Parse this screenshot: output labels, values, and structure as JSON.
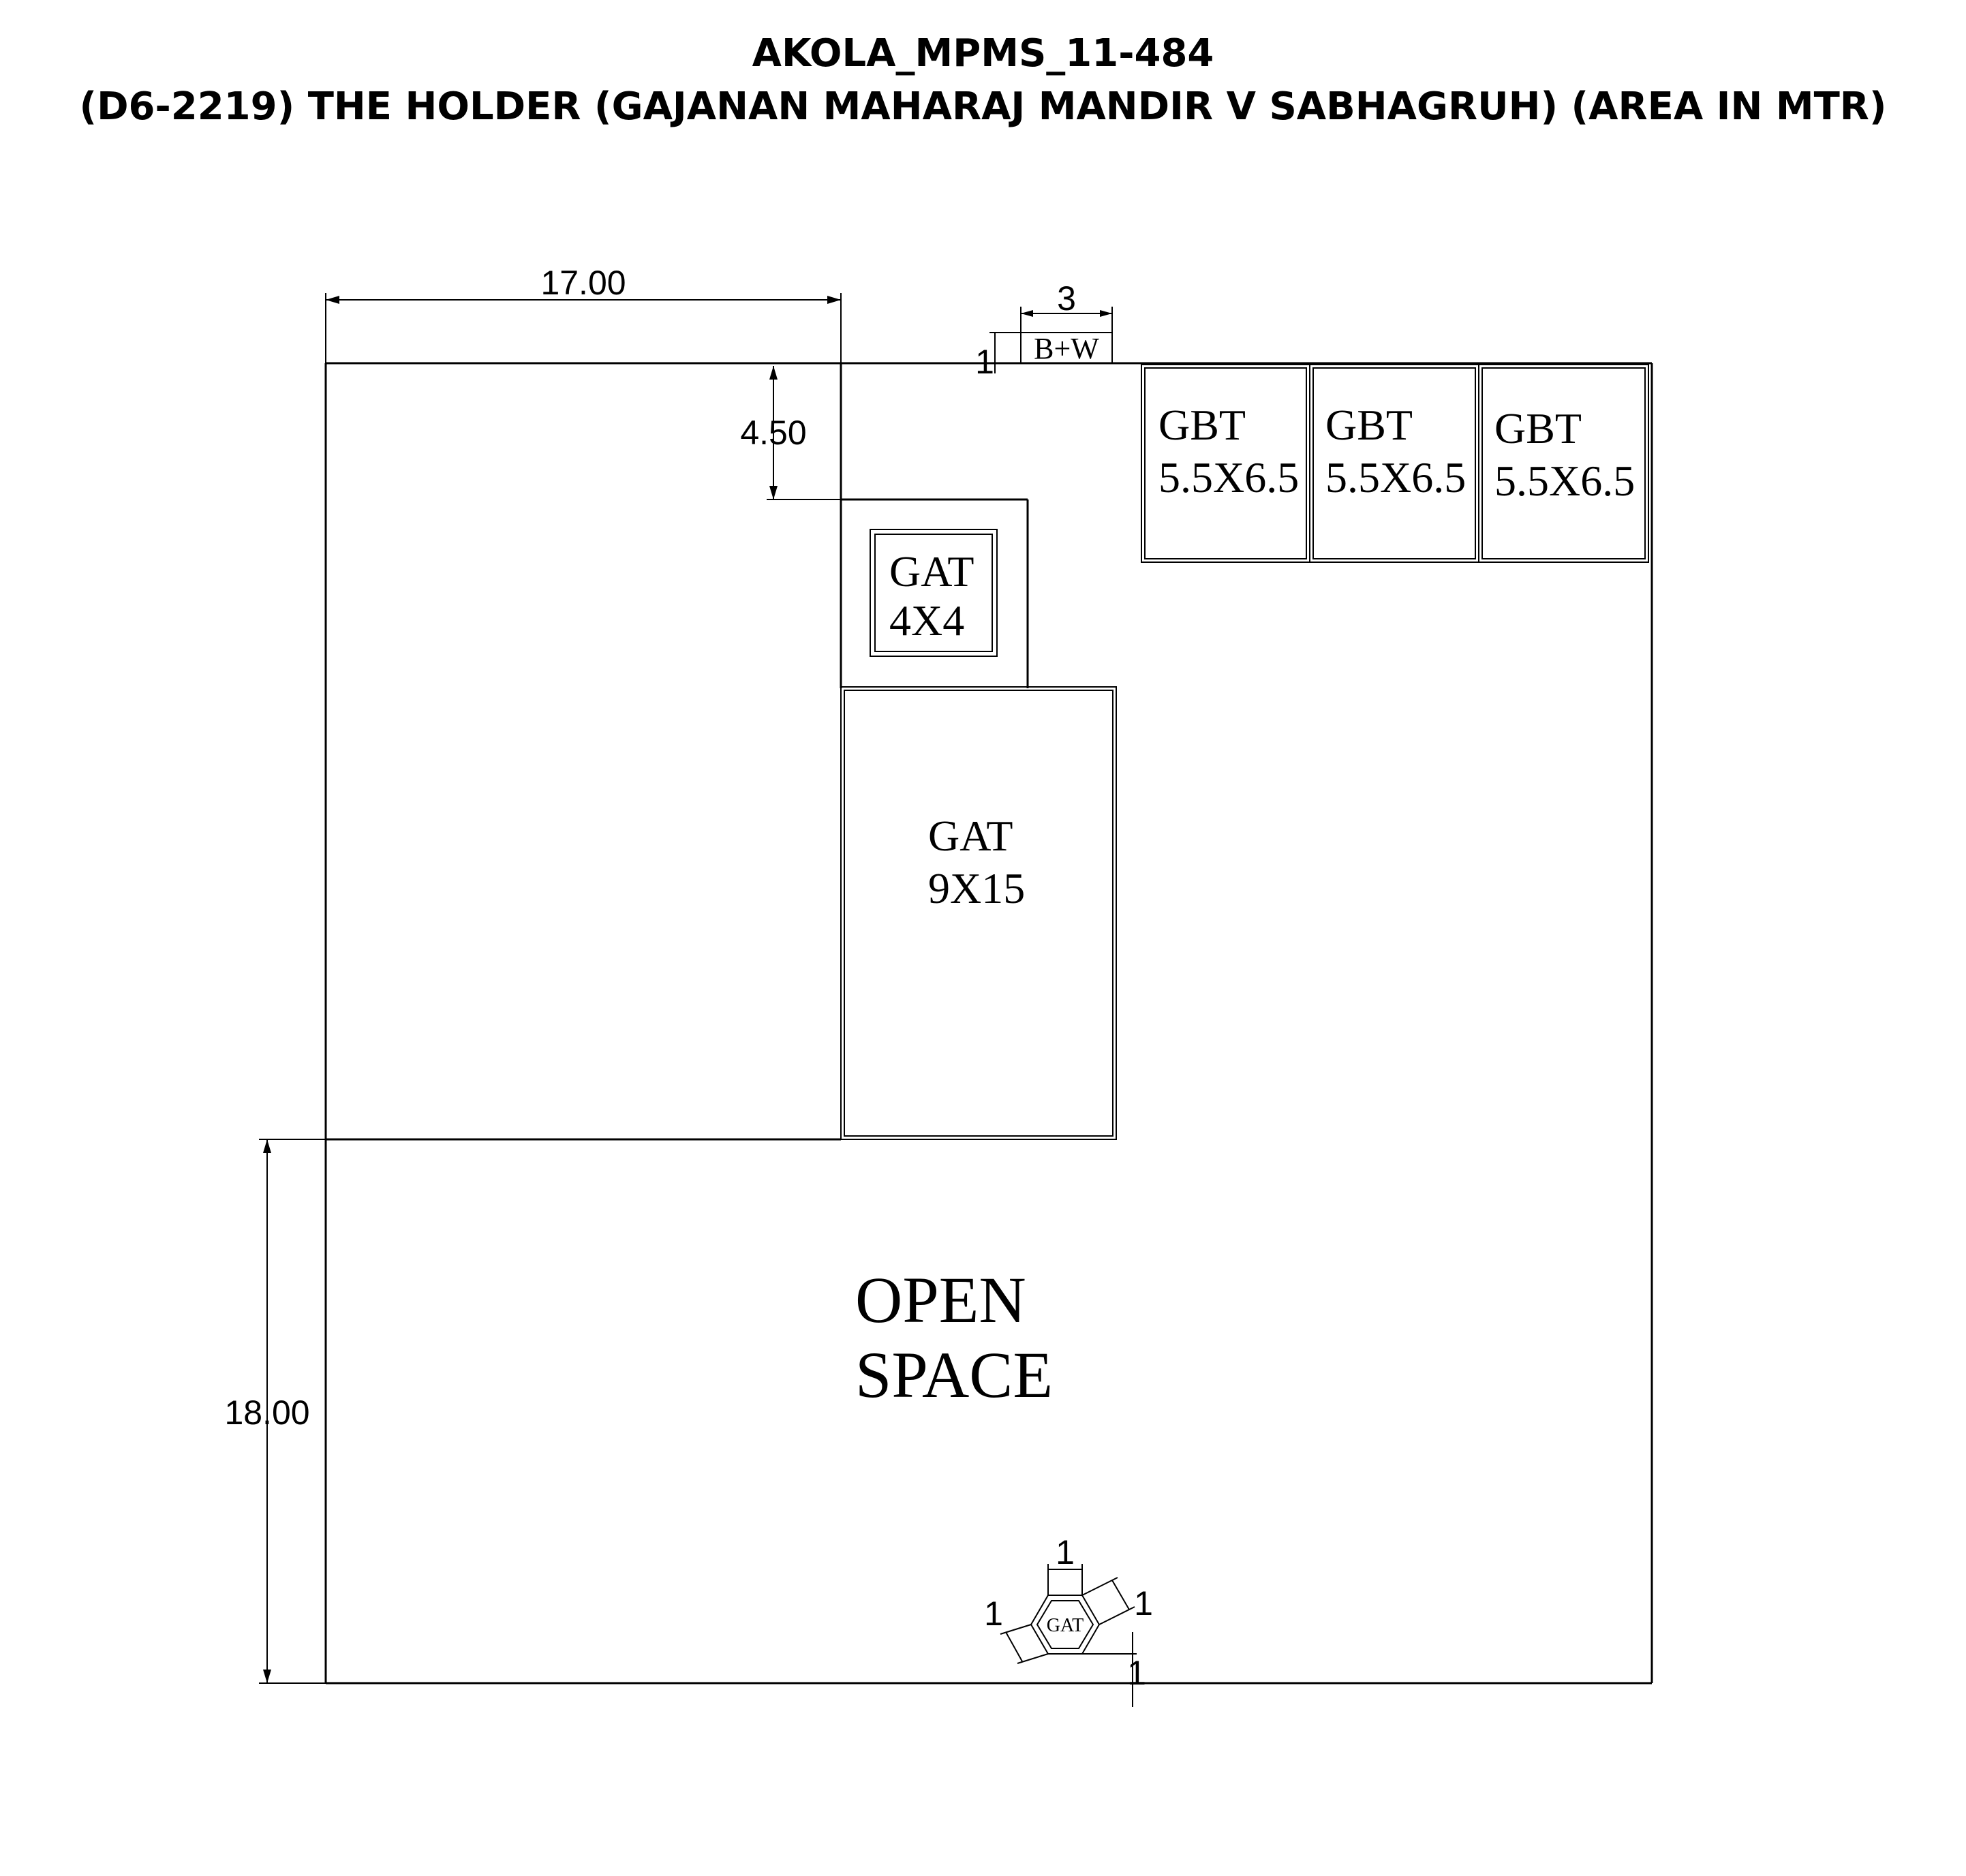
{
  "title": {
    "line1": "AKOLA_MPMS_11-484",
    "line2": "(D6-2219) THE HOLDER (GAJANAN MAHARAJ MANDIR V SABHAGRUH) (AREA IN MTR)"
  },
  "dimensions": {
    "top_width": "17.00",
    "setback": "4.50",
    "bw_width": "3",
    "bw_height": "1",
    "left_height": "18.00",
    "hex_top": "1",
    "hex_left": "1",
    "hex_right": "1",
    "hex_bottom": "1"
  },
  "labels": {
    "bw": "B+W",
    "gbt1": {
      "name": "GBT",
      "size": "5.5X6.5"
    },
    "gbt2": {
      "name": "GBT",
      "size": "5.5X6.5"
    },
    "gbt3": {
      "name": "GBT",
      "size": "5.5X6.5"
    },
    "gat_small": {
      "name": "GAT",
      "size": "4X4"
    },
    "gat_large": {
      "name": "GAT",
      "size": "9X15"
    },
    "open_space": {
      "line1": "OPEN",
      "line2": "SPACE"
    },
    "hex_gat": "GAT"
  }
}
